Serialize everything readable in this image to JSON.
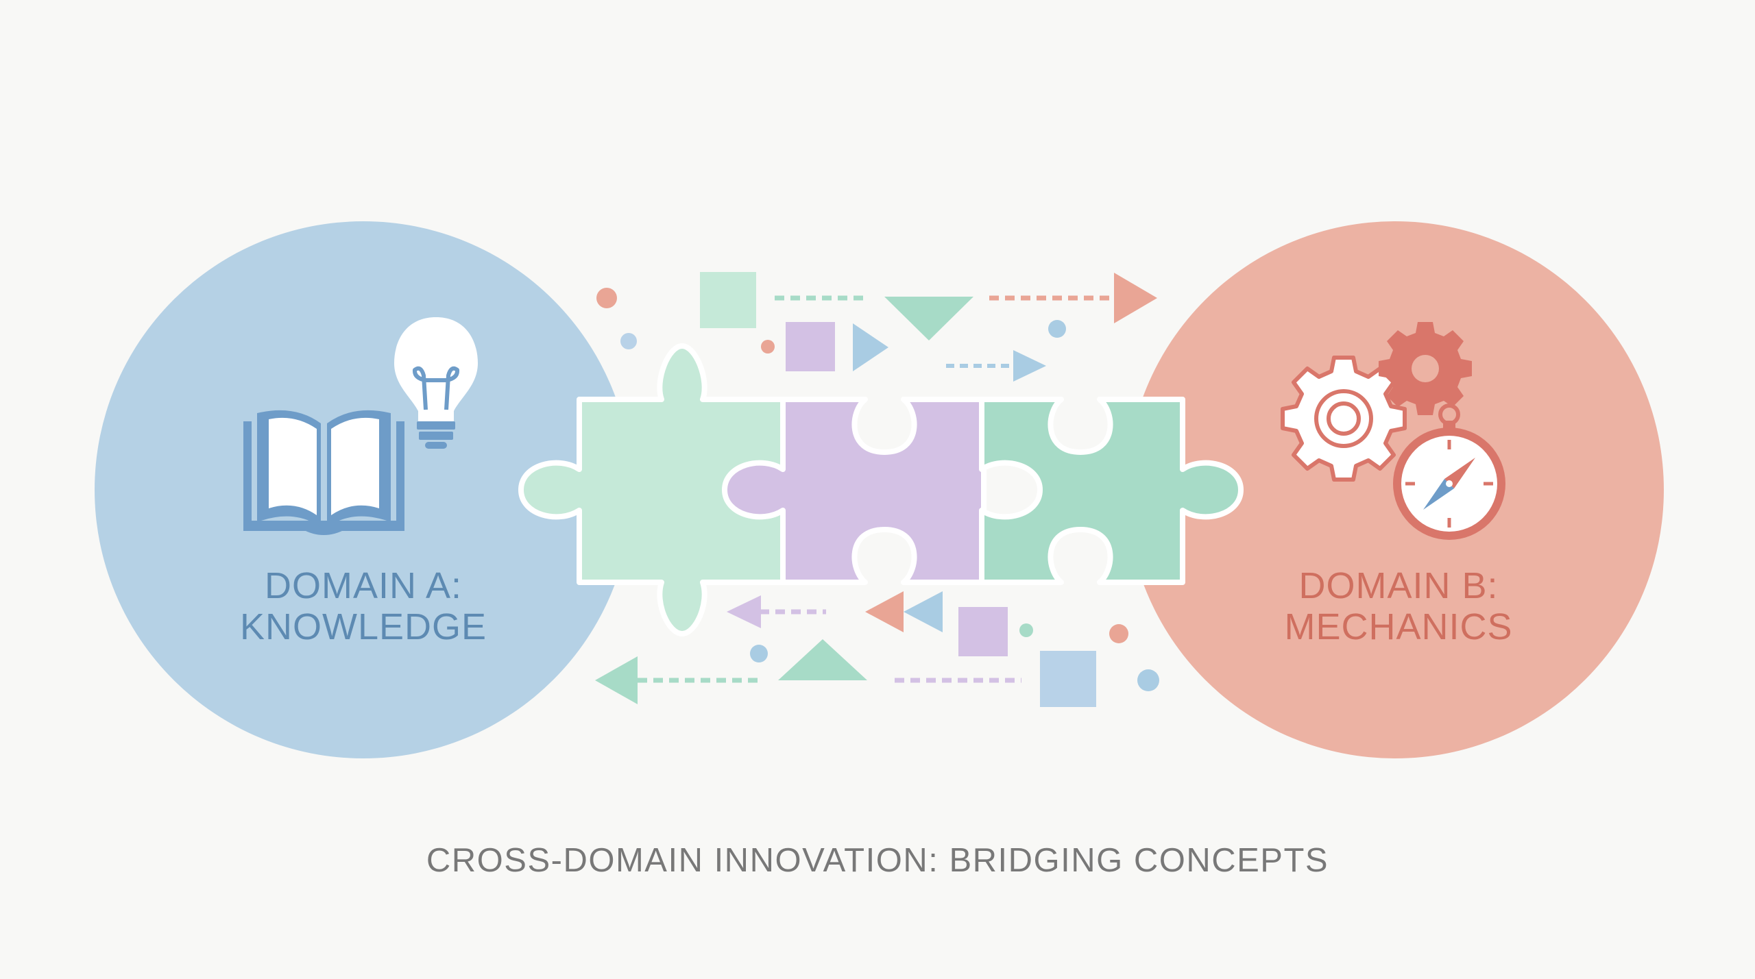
{
  "colors": {
    "background": "#f8f8f6",
    "domain_a_fill": "#b5d1e5",
    "domain_a_text": "#5d8ab2",
    "domain_a_icon": "#6e9cc8",
    "domain_b_fill": "#ecb2a3",
    "domain_b_text": "#cf6f5f",
    "domain_b_icon": "#d9766a",
    "puzzle_green": "#c5e9d8",
    "puzzle_purple": "#d3c1e4",
    "puzzle_teal": "#a7dbc7",
    "caption_text": "#787878"
  },
  "domain_a": {
    "line1": "DOMAIN A:",
    "line2": "KNOWLEDGE",
    "icons": [
      "open-book-icon",
      "lightbulb-icon"
    ]
  },
  "domain_b": {
    "line1": "DOMAIN B:",
    "line2": "MECHANICS",
    "icons": [
      "gear-icon",
      "small-gear-icon",
      "compass-icon"
    ]
  },
  "caption": "CROSS-DOMAIN INNOVATION: BRIDGING CONCEPTS"
}
